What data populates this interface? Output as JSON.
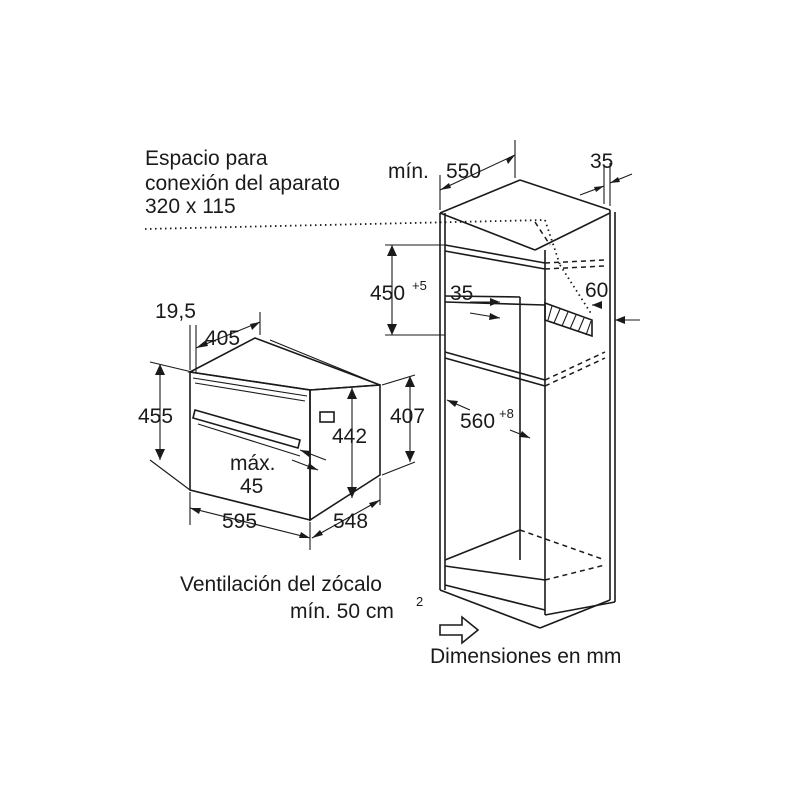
{
  "labels": {
    "connection_line1": "Espacio para",
    "connection_line2": "conexión del aparato",
    "connection_line3": "320 x 115",
    "min_prefix": "mín.",
    "d550": "550",
    "d35_top": "35",
    "d450": "450",
    "d450_sup": "+5",
    "d35_mid": "35",
    "d60": "60",
    "d19_5": "19,5",
    "d405": "405",
    "d455": "455",
    "d442": "442",
    "d407": "407",
    "d560": "560",
    "d560_sup": "+8",
    "max_label": "máx.",
    "d45": "45",
    "d595": "595",
    "d548": "548",
    "vent_line1": "Ventilación del zócalo",
    "vent_line2_prefix": "mín. 50 cm",
    "vent_sup": "2",
    "units": "Dimensiones en mm"
  }
}
